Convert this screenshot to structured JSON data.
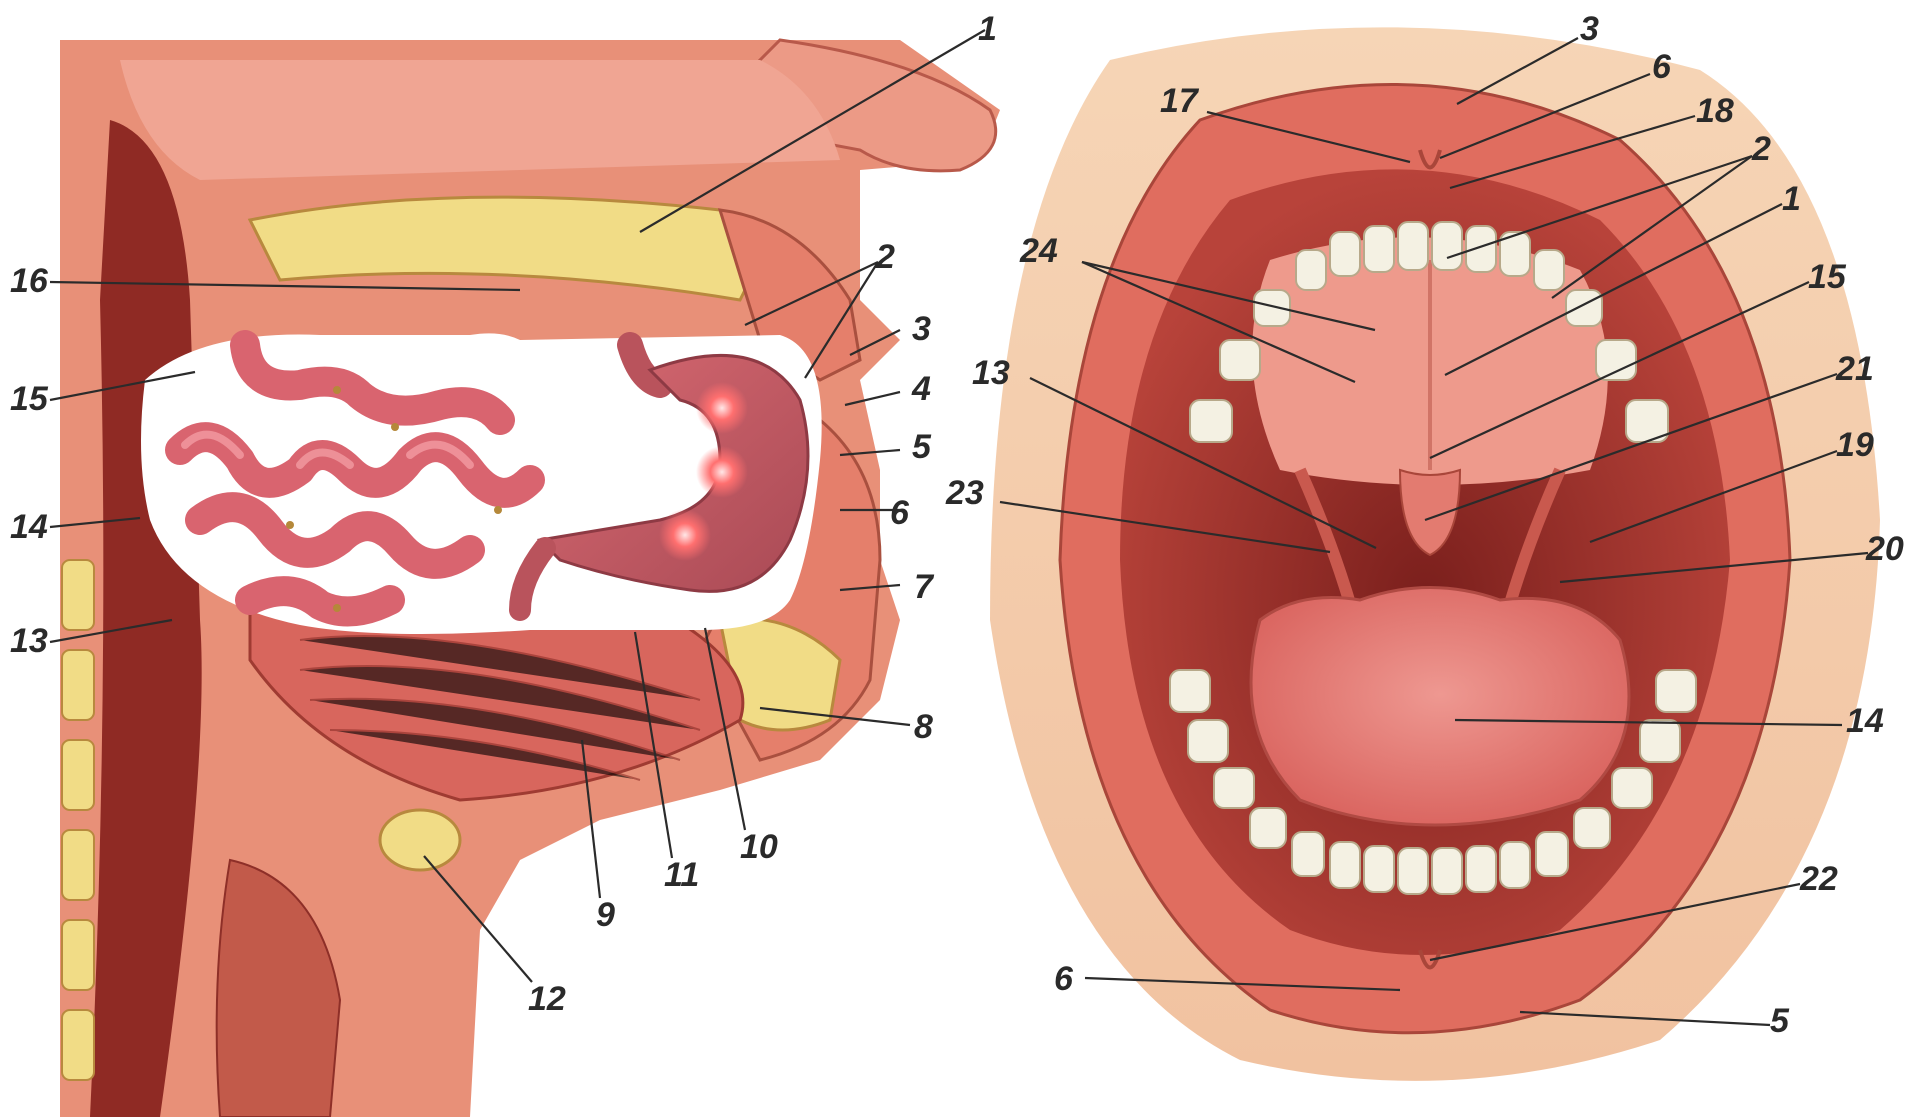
{
  "left_panel": {
    "name": "sagittal section of oral cavity",
    "labels": [
      "1",
      "2",
      "3",
      "4",
      "5",
      "6",
      "7",
      "8",
      "9",
      "10",
      "11",
      "12",
      "13",
      "14",
      "15",
      "16"
    ]
  },
  "inset": {
    "name": "stomach and small intestine inset"
  },
  "right_panel": {
    "name": "frontal view of open mouth",
    "labels": [
      "3",
      "6",
      "17",
      "18",
      "2",
      "1",
      "24",
      "15",
      "13",
      "21",
      "19",
      "23",
      "20",
      "14",
      "22",
      "6",
      "5"
    ]
  },
  "colors": {
    "tissue": "#e98e7b",
    "tissue_dark": "#c45c4c",
    "bone": "#f1dc86",
    "tooth": "#f4f1e3",
    "tongue": "#e9837e",
    "intestine": "#e0707a",
    "glow": "#ff6b6b",
    "skin": "#f7d8b8",
    "label_ink": "#2a2a2a"
  }
}
